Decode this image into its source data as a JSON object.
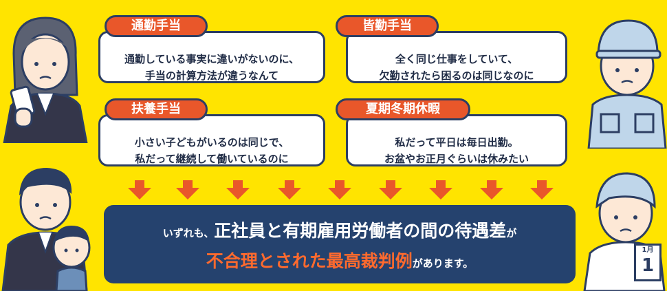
{
  "bubbles": [
    {
      "tag": "通勤手当",
      "line1": "通勤している事実に違いがないのに、",
      "line2": "手当の計算方法が違うなんて"
    },
    {
      "tag": "皆勤手当",
      "line1": "全く同じ仕事をしていて、",
      "line2": "欠勤されたら困るのは同じなのに"
    },
    {
      "tag": "扶養手当",
      "line1": "小さい子どもがいるのは同じで、",
      "line2": "私だって継続して働いているのに"
    },
    {
      "tag": "夏期冬期休暇",
      "line1": "私だって平日は毎日出勤。",
      "line2": "お盆やお正月ぐらいは休みたい"
    }
  ],
  "summary": {
    "prefix": "いずれも、",
    "highlight1": "正社員と有期雇用労働者の間の待遇差",
    "suffix1": "が",
    "highlight2": "不合理とされた最高裁判例",
    "suffix2": "があります。"
  },
  "badge": {
    "month": "1月",
    "day": "1"
  },
  "colors": {
    "background": "#ffe400",
    "accent": "#e9572a",
    "navy": "#25426e"
  }
}
